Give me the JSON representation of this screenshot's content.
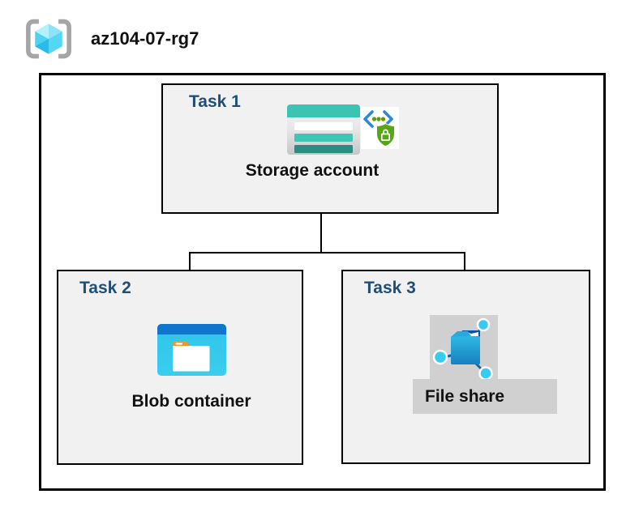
{
  "header": {
    "title": "az104-07-rg7"
  },
  "tasks": [
    {
      "label": "Task 1",
      "item": "Storage account"
    },
    {
      "label": "Task 2",
      "item": "Blob container"
    },
    {
      "label": "Task 3",
      "item": "File share"
    }
  ],
  "icons": {
    "resource_group": "resource-group-icon",
    "storage_account": "storage-account-icon",
    "sas_security": "sas-lock-icon",
    "blob_container": "blob-container-icon",
    "file_share": "file-share-icon"
  },
  "colors": {
    "task_label_navy": "#1f4e79",
    "box_fill_gray": "#f1f1f1",
    "border_black": "#000000",
    "highlight_gray": "#d0d0d0",
    "storage_teal": "#3cc3b1",
    "storage_teal_dark": "#2b8c80",
    "blob_bar_blue": "#0f76cc",
    "blob_body_cyan": "#32c3e9",
    "folder_tab_orange": "#f6941e",
    "fileshare_folder_blue": "#1b83c3",
    "fileshare_flap_navy": "#0d55a4",
    "node_cyan": "#38cbf2",
    "shield_green": "#57a618",
    "chevron_blue": "#2f86d7",
    "cube_cyan_light": "#b5f0fb",
    "bracket_gray": "#a5a5a5"
  }
}
